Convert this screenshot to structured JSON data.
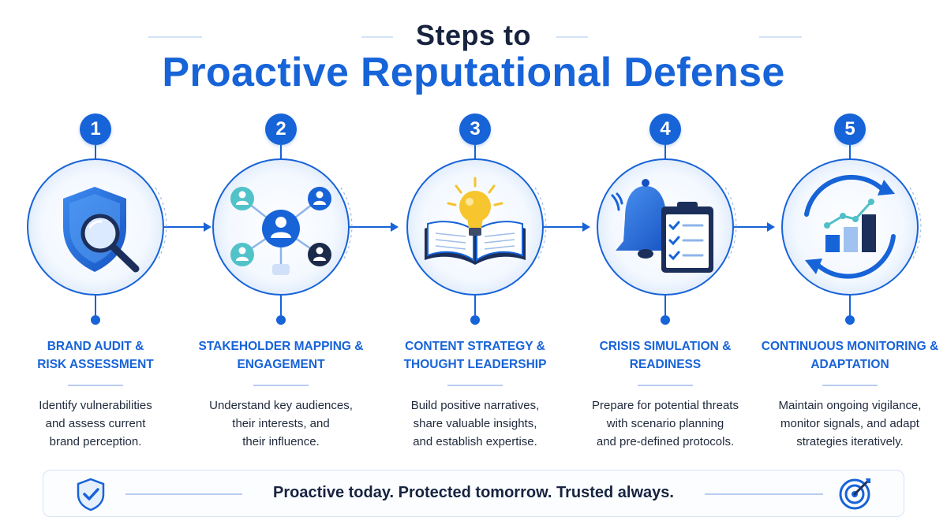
{
  "header": {
    "title_line1": "Steps to",
    "title_line2": "Proactive Reputational Defense"
  },
  "colors": {
    "primary": "#1763d8",
    "dark": "#17233f",
    "light_blue": "#cfe0f8",
    "teal": "#4fc0c8",
    "yellow": "#f5c22e"
  },
  "steps": [
    {
      "number": "1",
      "icon": "shield-magnifier-icon",
      "title": "BRAND AUDIT &\nRISK ASSESSMENT",
      "description": "Identify vulnerabilities\nand assess current\nbrand perception."
    },
    {
      "number": "2",
      "icon": "stakeholder-network-icon",
      "title": "STAKEHOLDER MAPPING &\nENGAGEMENT",
      "description": "Understand key audiences,\ntheir interests, and\ntheir influence."
    },
    {
      "number": "3",
      "icon": "book-lightbulb-icon",
      "title": "CONTENT STRATEGY &\nTHOUGHT LEADERSHIP",
      "description": "Build positive narratives,\nshare valuable insights,\nand establish expertise."
    },
    {
      "number": "4",
      "icon": "bell-checklist-icon",
      "title": "CRISIS SIMULATION &\nREADINESS",
      "description": "Prepare for potential threats\nwith scenario planning\nand pre-defined protocols."
    },
    {
      "number": "5",
      "icon": "cycle-chart-icon",
      "title": "CONTINUOUS MONITORING &\nADAPTATION",
      "description": "Maintain ongoing vigilance,\nmonitor signals, and adapt\nstrategies iteratively."
    }
  ],
  "footer": {
    "tagline": "Proactive today. Protected tomorrow. Trusted always.",
    "left_icon": "shield-check-icon",
    "right_icon": "target-icon"
  }
}
